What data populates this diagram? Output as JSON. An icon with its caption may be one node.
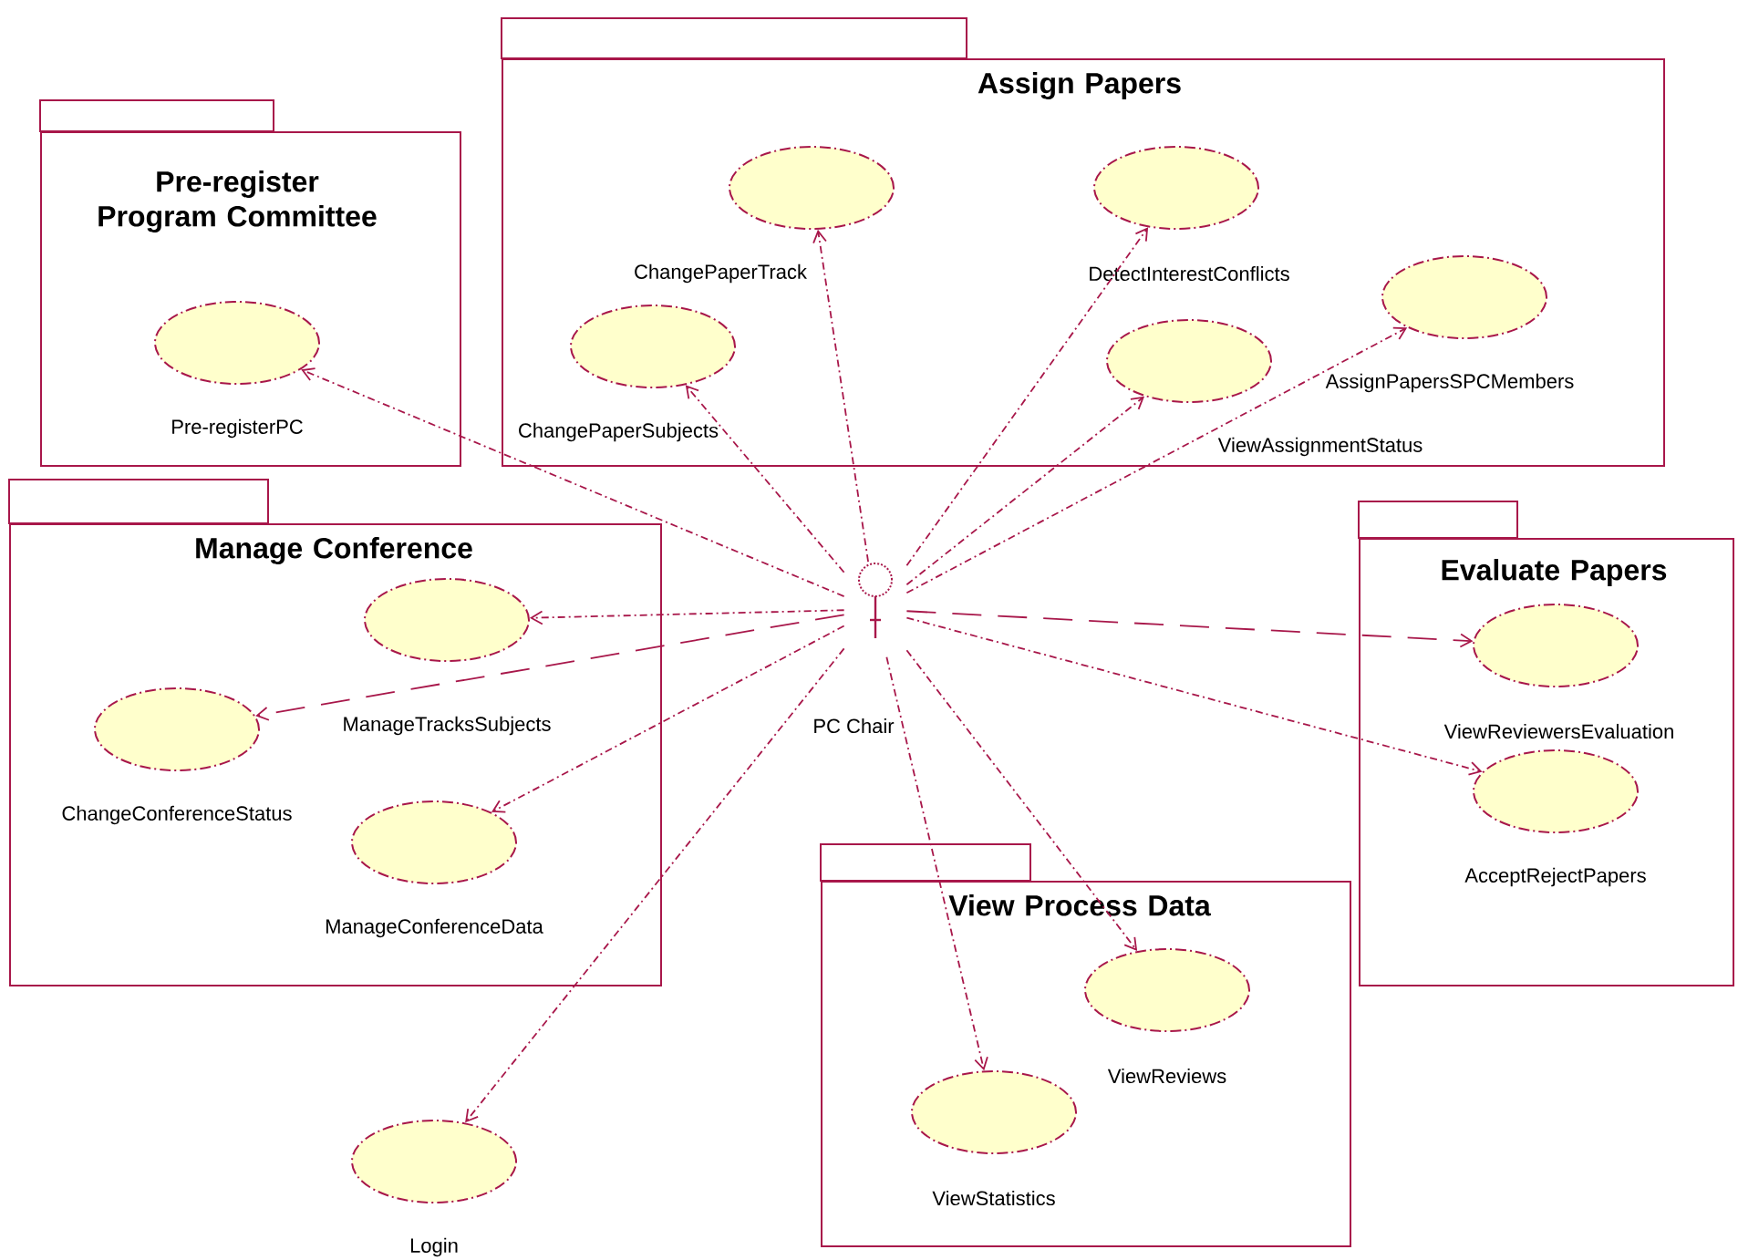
{
  "diagram": {
    "nodes": [
      {
        "text": [
          "Assign Papers"
        ]
      },
      {
        "text": [
          "ChangePaperTrack"
        ],
        "in": 0
      },
      {
        "text": [
          "DetectInterestConflicts"
        ],
        "in": 0
      },
      {
        "text": [
          "ChangePaperSubjects"
        ],
        "in": 0
      },
      {
        "text": [
          "ViewAssignmentStatus"
        ],
        "in": 0
      },
      {
        "text": [
          "AssignPapersSPCMembers"
        ],
        "in": 0
      },
      {
        "text": [
          "Pre-register Program Committee"
        ]
      },
      {
        "text": [
          "Pre-registerPC"
        ],
        "in": 6
      },
      {
        "text": [
          "Manage Conference"
        ]
      },
      {
        "text": [
          "ManageTracksSubjects"
        ],
        "in": 8
      },
      {
        "text": [
          "ChangeConferenceStatus"
        ],
        "in": 8
      },
      {
        "text": [
          "ManageConferenceData"
        ],
        "in": 8
      },
      {
        "text": [
          "PC Chair"
        ]
      },
      {
        "text": [
          "Evaluate Papers"
        ]
      },
      {
        "text": [
          "ViewReviewersEvaluation"
        ],
        "in": 13
      },
      {
        "text": [
          "AcceptRejectPapers"
        ],
        "in": 13
      },
      {
        "text": [
          "View Process Data"
        ]
      },
      {
        "text": [
          "ViewReviews"
        ],
        "in": 16
      },
      {
        "text": [
          "ViewStatistics"
        ],
        "in": 16
      },
      {
        "text": [
          "Login"
        ]
      }
    ],
    "edges": [
      {
        "from": 12,
        "to": 1,
        "arrow": "to"
      },
      {
        "from": 12,
        "to": 2,
        "arrow": "to"
      },
      {
        "from": 12,
        "to": 3,
        "arrow": "to"
      },
      {
        "from": 12,
        "to": 4,
        "arrow": "to"
      },
      {
        "from": 12,
        "to": 5,
        "arrow": "to"
      },
      {
        "from": 12,
        "to": 7,
        "arrow": "to"
      },
      {
        "from": 12,
        "to": 9,
        "arrow": "to"
      },
      {
        "from": 12,
        "to": 10,
        "arrow": "to",
        "style": "dashed"
      },
      {
        "from": 12,
        "to": 11,
        "arrow": "to"
      },
      {
        "from": 12,
        "to": 14,
        "arrow": "to",
        "style": "dashed"
      },
      {
        "from": 12,
        "to": 15,
        "arrow": "to"
      },
      {
        "from": 12,
        "to": 17,
        "arrow": "to"
      },
      {
        "from": 12,
        "to": 18,
        "arrow": "to"
      },
      {
        "from": 12,
        "to": 19,
        "arrow": "to"
      }
    ]
  }
}
